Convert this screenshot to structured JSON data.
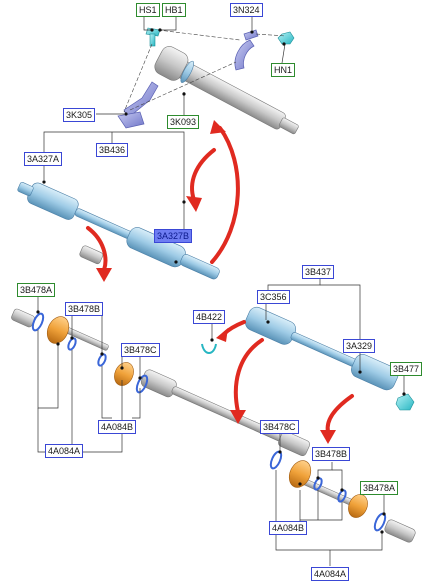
{
  "colors": {
    "label_blue_border": "#3a47d5",
    "label_green_border": "#2e8b2e",
    "highlight_fill": "#6e7df2",
    "arrow_red": "#e02a20",
    "shaft_blue": "#9ecbe6",
    "boot_orange": "#f0a23a",
    "part_gray": "#c8c8c8",
    "bracket_purple": "#8a8fd8",
    "ring_blue": "#3a66d8",
    "clip_teal": "#3fd0d8"
  },
  "labels": {
    "hs1": "HS1",
    "hb1": "HB1",
    "n3n324": "3N324",
    "hn1": "HN1",
    "k305": "3K305",
    "k093": "3K093",
    "a327a": "3A327A",
    "b436": "3B436",
    "a327b": "3A327B",
    "b437": "3B437",
    "c356": "3C356",
    "b478a_left": "3B478A",
    "b478b_left": "3B478B",
    "b478c_left": "3B478C",
    "b422": "4B422",
    "a329": "3A329",
    "b477": "3B477",
    "a084b_left": "4A084B",
    "a084a_left": "4A084A",
    "b478c_right": "3B478C",
    "b478b_right": "3B478B",
    "b478a_right": "3B478A",
    "a084b_right": "4A084B",
    "a084a_right": "4A084A"
  },
  "icons": {
    "red_arrows": "curved-arrow-icon",
    "bolt": "bolt-icon",
    "clip": "clip-icon"
  }
}
